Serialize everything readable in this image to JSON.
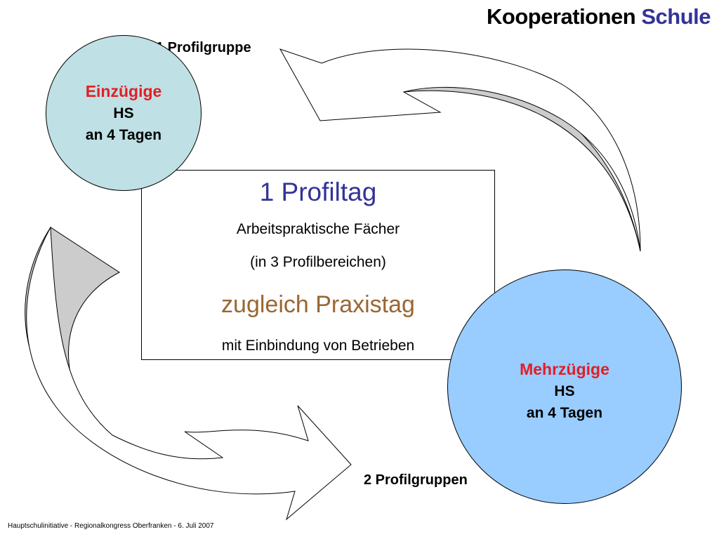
{
  "slide": {
    "title": {
      "part1": "Kooperationen ",
      "part2": "Schule",
      "accent_color": "#333399"
    },
    "labels": {
      "group_top": "1 Profilgruppe",
      "group_bottom": "2 Profilgruppen"
    },
    "center_box": {
      "heading": "1 Profiltag",
      "line1": "Arbeitspraktische Fächer",
      "line2": "(in 3 Profilbereichen)",
      "highlight": "zugleich Praxistag",
      "line3": "mit Einbindung von Betrieben"
    },
    "circle_top": {
      "title": "Einzügige",
      "line1": "HS",
      "line2": "an 4 Tagen",
      "fill": "#bfe0e4"
    },
    "circle_bottom": {
      "title": "Mehrzügige",
      "line1": "HS",
      "line2": "an 4 Tagen",
      "fill": "#99ccff"
    },
    "arrow_fill_back": "#cccccc",
    "arrow_fill_front": "#ffffff",
    "footer": "Hauptschulinitiative - Regionalkongress Oberfranken - 6. Juli 2007"
  }
}
